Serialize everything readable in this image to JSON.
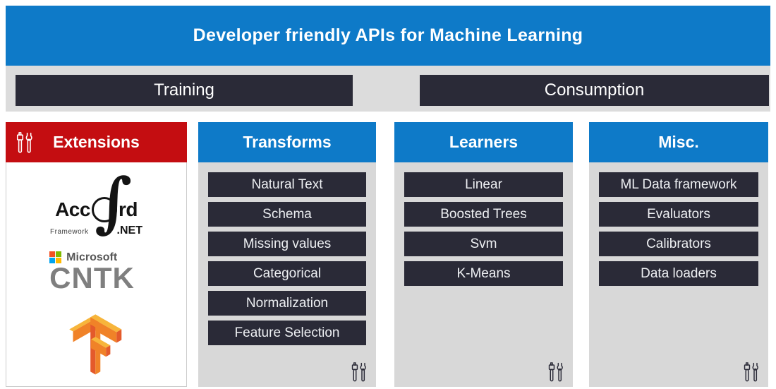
{
  "banner": {
    "title": "Developer friendly APIs for Machine Learning"
  },
  "phases": {
    "training": "Training",
    "consumption": "Consumption"
  },
  "columns": {
    "extensions": {
      "title": "Extensions",
      "logos": {
        "accord": {
          "prefix": "Acc",
          "integral": "∫",
          "suffix": "rd",
          "framework": "Framework",
          "net": ".NET"
        },
        "cntk": {
          "brand": "Microsoft",
          "product": "CNTK"
        }
      }
    },
    "transforms": {
      "title": "Transforms",
      "items": [
        "Natural Text",
        "Schema",
        "Missing values",
        "Categorical",
        "Normalization",
        "Feature Selection"
      ]
    },
    "learners": {
      "title": "Learners",
      "items": [
        "Linear",
        "Boosted Trees",
        "Svm",
        "K-Means"
      ]
    },
    "misc": {
      "title": "Misc.",
      "items": [
        "ML Data framework",
        "Evaluators",
        "Calibrators",
        "Data loaders"
      ]
    }
  },
  "icons": {
    "tools": "screwdriver-and-wrench",
    "microsoft_logo": "microsoft-four-squares",
    "tensorflow_logo": "tensorflow-tf-3d"
  },
  "colors": {
    "banner_blue": "#0e7ac8",
    "header_red": "#c40d11",
    "dark_bar": "#2a2a37",
    "band_gray": "#dcdcdc",
    "panel_gray": "#d8d8d8",
    "ms_red": "#f25022",
    "ms_green": "#7fba00",
    "ms_blue": "#00a4ef",
    "ms_yellow": "#ffb900",
    "cntk_gray": "#7f7f7f",
    "tf_light": "#f7b53b",
    "tf_mid": "#f08228",
    "tf_dark": "#e45a2b"
  }
}
